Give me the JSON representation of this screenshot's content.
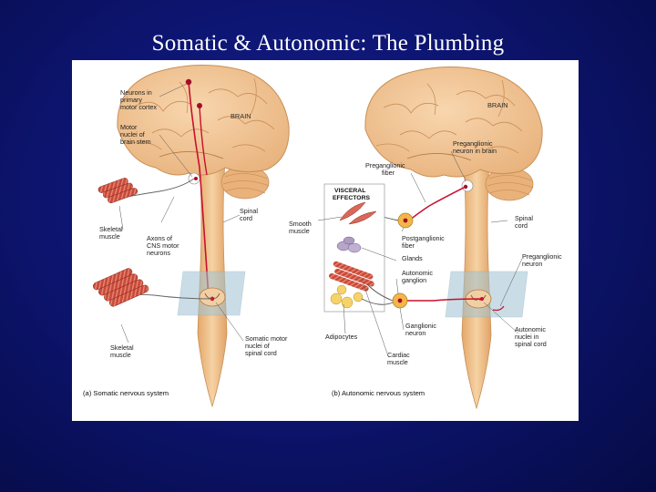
{
  "slide": {
    "title": "Somatic & Autonomic: The Plumbing"
  },
  "somatic": {
    "brain_label": "BRAIN",
    "labels": {
      "neurons_motor_cortex": [
        "Neurons in",
        "primary",
        "motor cortex"
      ],
      "motor_nuclei": [
        "Motor",
        "nuclei of",
        "brain stem"
      ],
      "skeletal_upper": [
        "Skeletal",
        "muscle"
      ],
      "axons_cns": [
        "Axons of",
        "CNS motor",
        "neurons"
      ],
      "spinal_cord": [
        "Spinal",
        "cord"
      ],
      "skeletal_lower": [
        "Skeletal",
        "muscle"
      ],
      "somatic_motor_nuclei": [
        "Somatic motor",
        "nuclei of",
        "spinal cord"
      ]
    },
    "caption": "(a) Somatic nervous system"
  },
  "autonomic": {
    "brain_label": "BRAIN",
    "labels": {
      "preganglionic_neuron_brain": [
        "Preganglionic",
        "neuron in brain"
      ],
      "preganglionic_fiber": [
        "Preganglionic",
        "fiber"
      ],
      "smooth_muscle": [
        "Smooth",
        "muscle"
      ],
      "spinal_cord": [
        "Spinal",
        "cord"
      ],
      "postganglionic_fiber": [
        "Postganglionic",
        "fiber"
      ],
      "glands": [
        "Glands"
      ],
      "preganglionic_neuron": [
        "Preganglionic",
        "neuron"
      ],
      "autonomic_ganglion": [
        "Autonomic",
        "ganglion"
      ],
      "adipocytes": [
        "Adipocytes"
      ],
      "ganglionic_neuron": [
        "Ganglionic",
        "neuron"
      ],
      "cardiac_muscle": [
        "Cardiac",
        "muscle"
      ],
      "autonomic_nuclei": [
        "Autonomic",
        "nuclei in",
        "spinal cord"
      ]
    },
    "visceral_header": [
      "VISCERAL",
      "EFFECTORS"
    ],
    "caption": "(b) Autonomic nervous system"
  },
  "colors": {
    "background": "#0d1572",
    "brain": "#f2c493",
    "brain_outline": "#c98f56",
    "cord": "#efc08a",
    "nerve": "#c8102e",
    "muscle": "#c84a3a",
    "plane": "#9fc3d4"
  }
}
